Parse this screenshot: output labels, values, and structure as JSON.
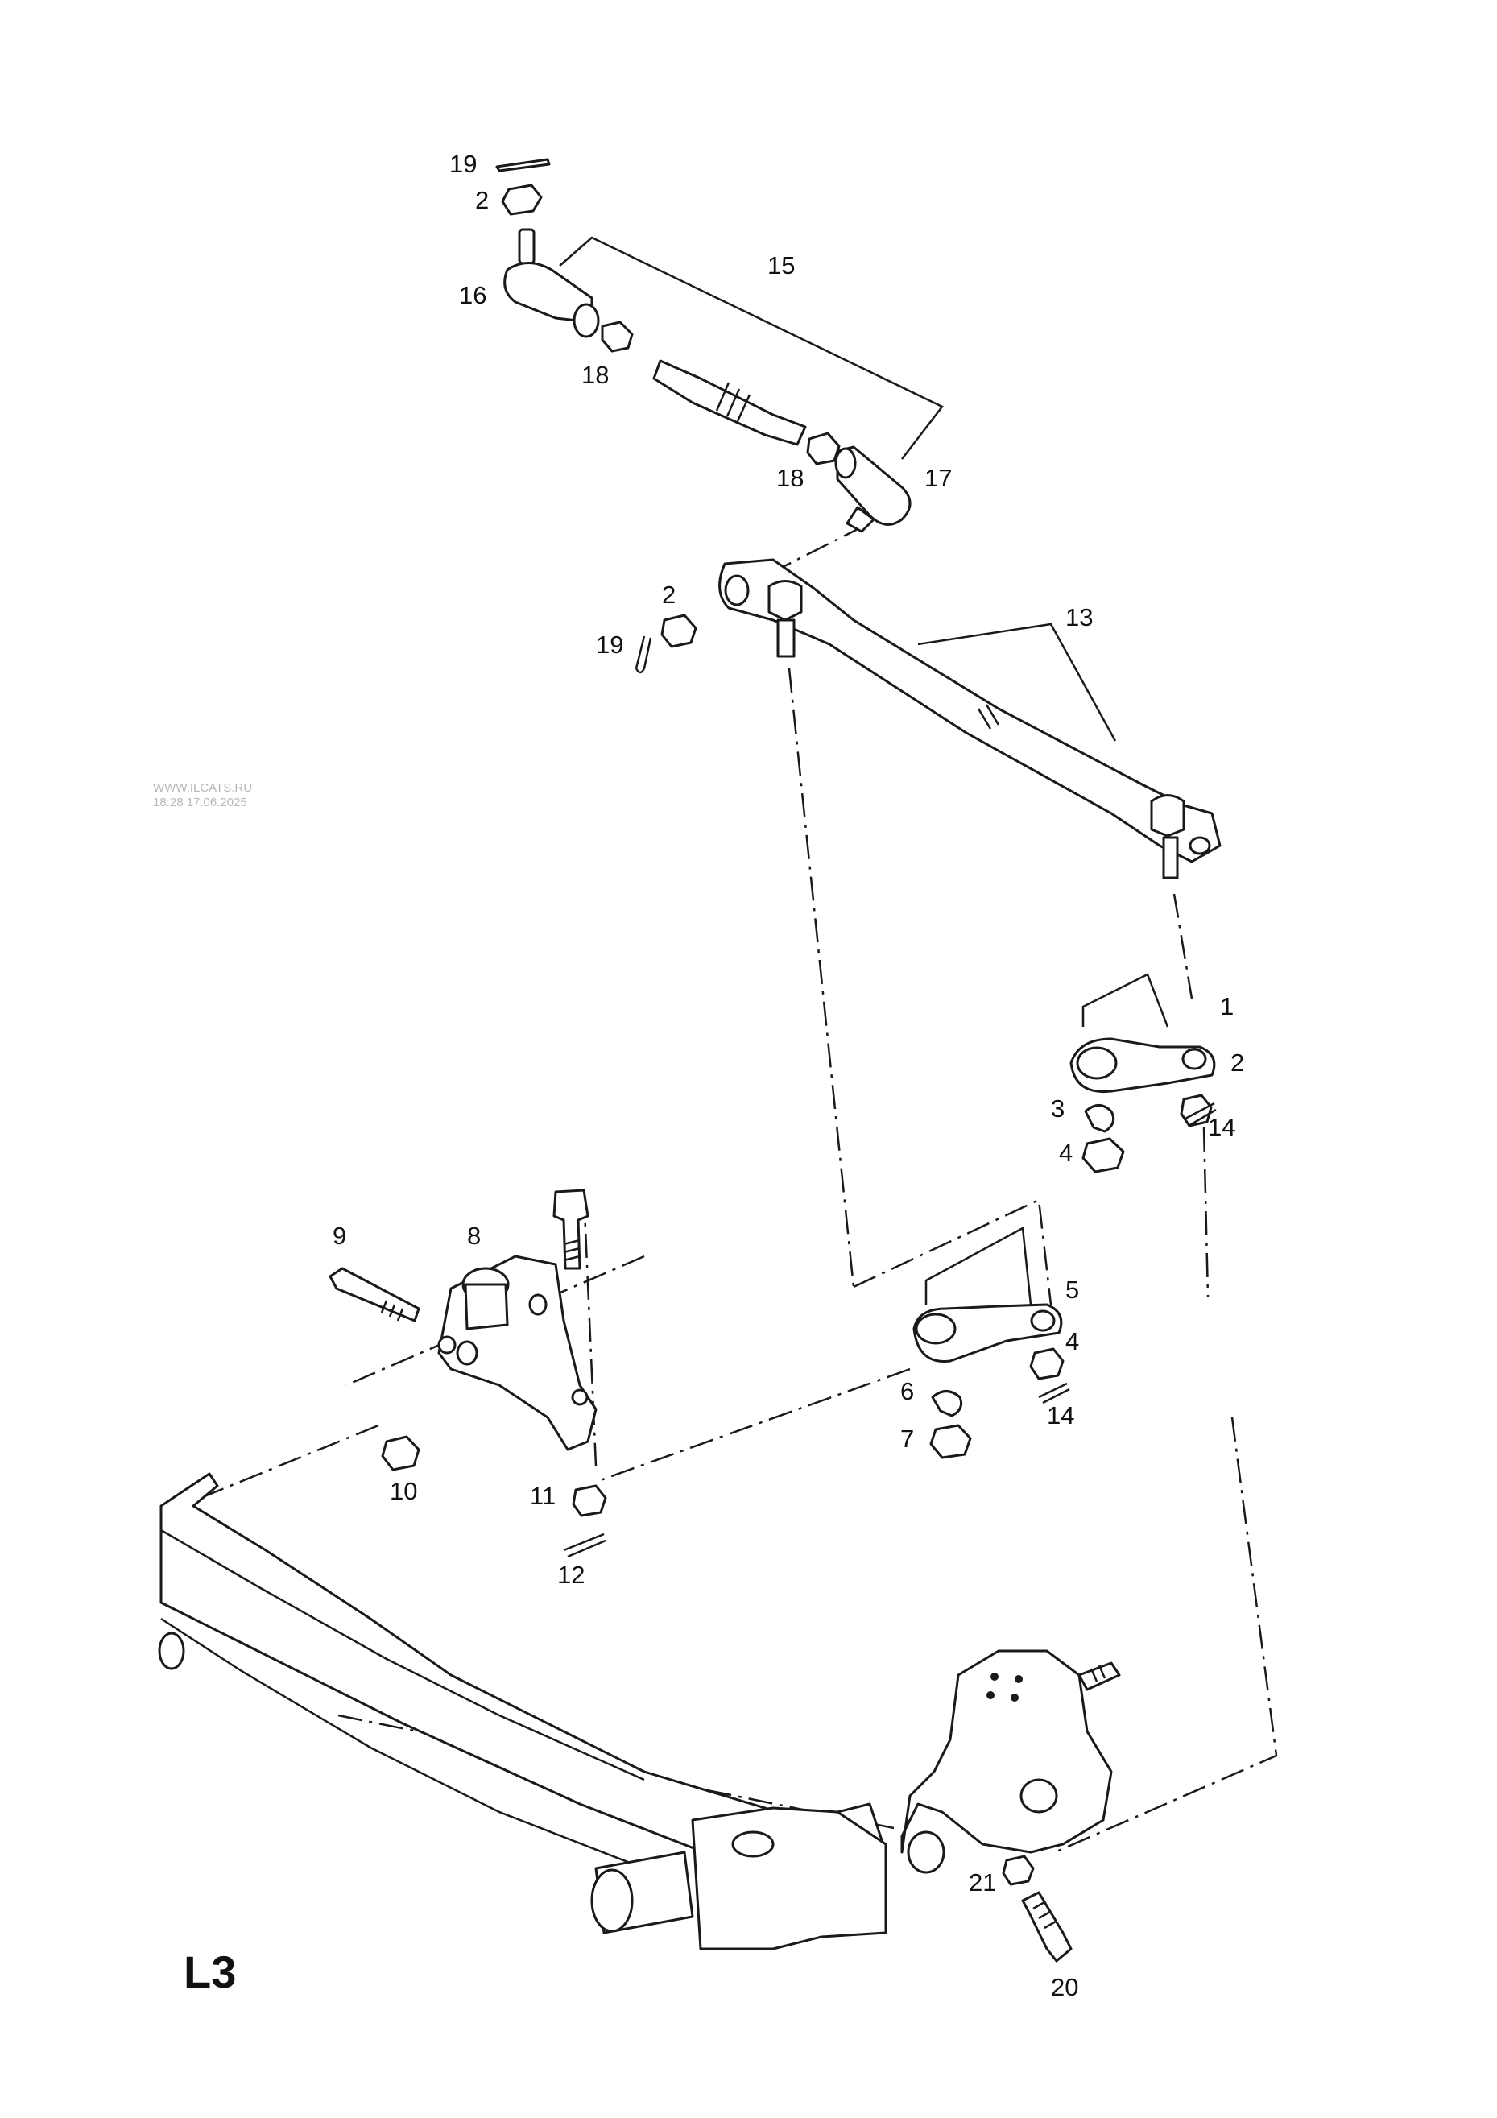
{
  "diagram_code": "L3",
  "watermark": [
    "WWW.ILCATS.RU",
    "18:28 17.06.2025"
  ],
  "callouts": [
    {
      "id": "19a",
      "text": "19"
    },
    {
      "id": "2a",
      "text": "2"
    },
    {
      "id": "16",
      "text": "16"
    },
    {
      "id": "15",
      "text": "15"
    },
    {
      "id": "18a",
      "text": "18"
    },
    {
      "id": "18b",
      "text": "18"
    },
    {
      "id": "17",
      "text": "17"
    },
    {
      "id": "2b",
      "text": "2"
    },
    {
      "id": "19b",
      "text": "19"
    },
    {
      "id": "13",
      "text": "13"
    },
    {
      "id": "1",
      "text": "1"
    },
    {
      "id": "2c",
      "text": "2"
    },
    {
      "id": "3",
      "text": "3"
    },
    {
      "id": "14a",
      "text": "14"
    },
    {
      "id": "4a",
      "text": "4"
    },
    {
      "id": "9",
      "text": "9"
    },
    {
      "id": "8",
      "text": "8"
    },
    {
      "id": "5",
      "text": "5"
    },
    {
      "id": "4b",
      "text": "4"
    },
    {
      "id": "6",
      "text": "6"
    },
    {
      "id": "14b",
      "text": "14"
    },
    {
      "id": "7",
      "text": "7"
    },
    {
      "id": "10",
      "text": "10"
    },
    {
      "id": "11",
      "text": "11"
    },
    {
      "id": "12",
      "text": "12"
    },
    {
      "id": "21",
      "text": "21"
    },
    {
      "id": "20",
      "text": "20"
    }
  ]
}
